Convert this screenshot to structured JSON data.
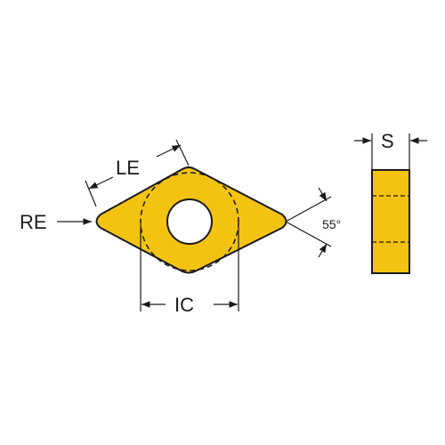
{
  "labels": {
    "le": "LE",
    "re": "RE",
    "ic": "IC",
    "s": "S",
    "angle": "55°"
  },
  "colors": {
    "insert_fill": "#f4c312",
    "outline": "#1a1a1a",
    "background": "#ffffff"
  }
}
